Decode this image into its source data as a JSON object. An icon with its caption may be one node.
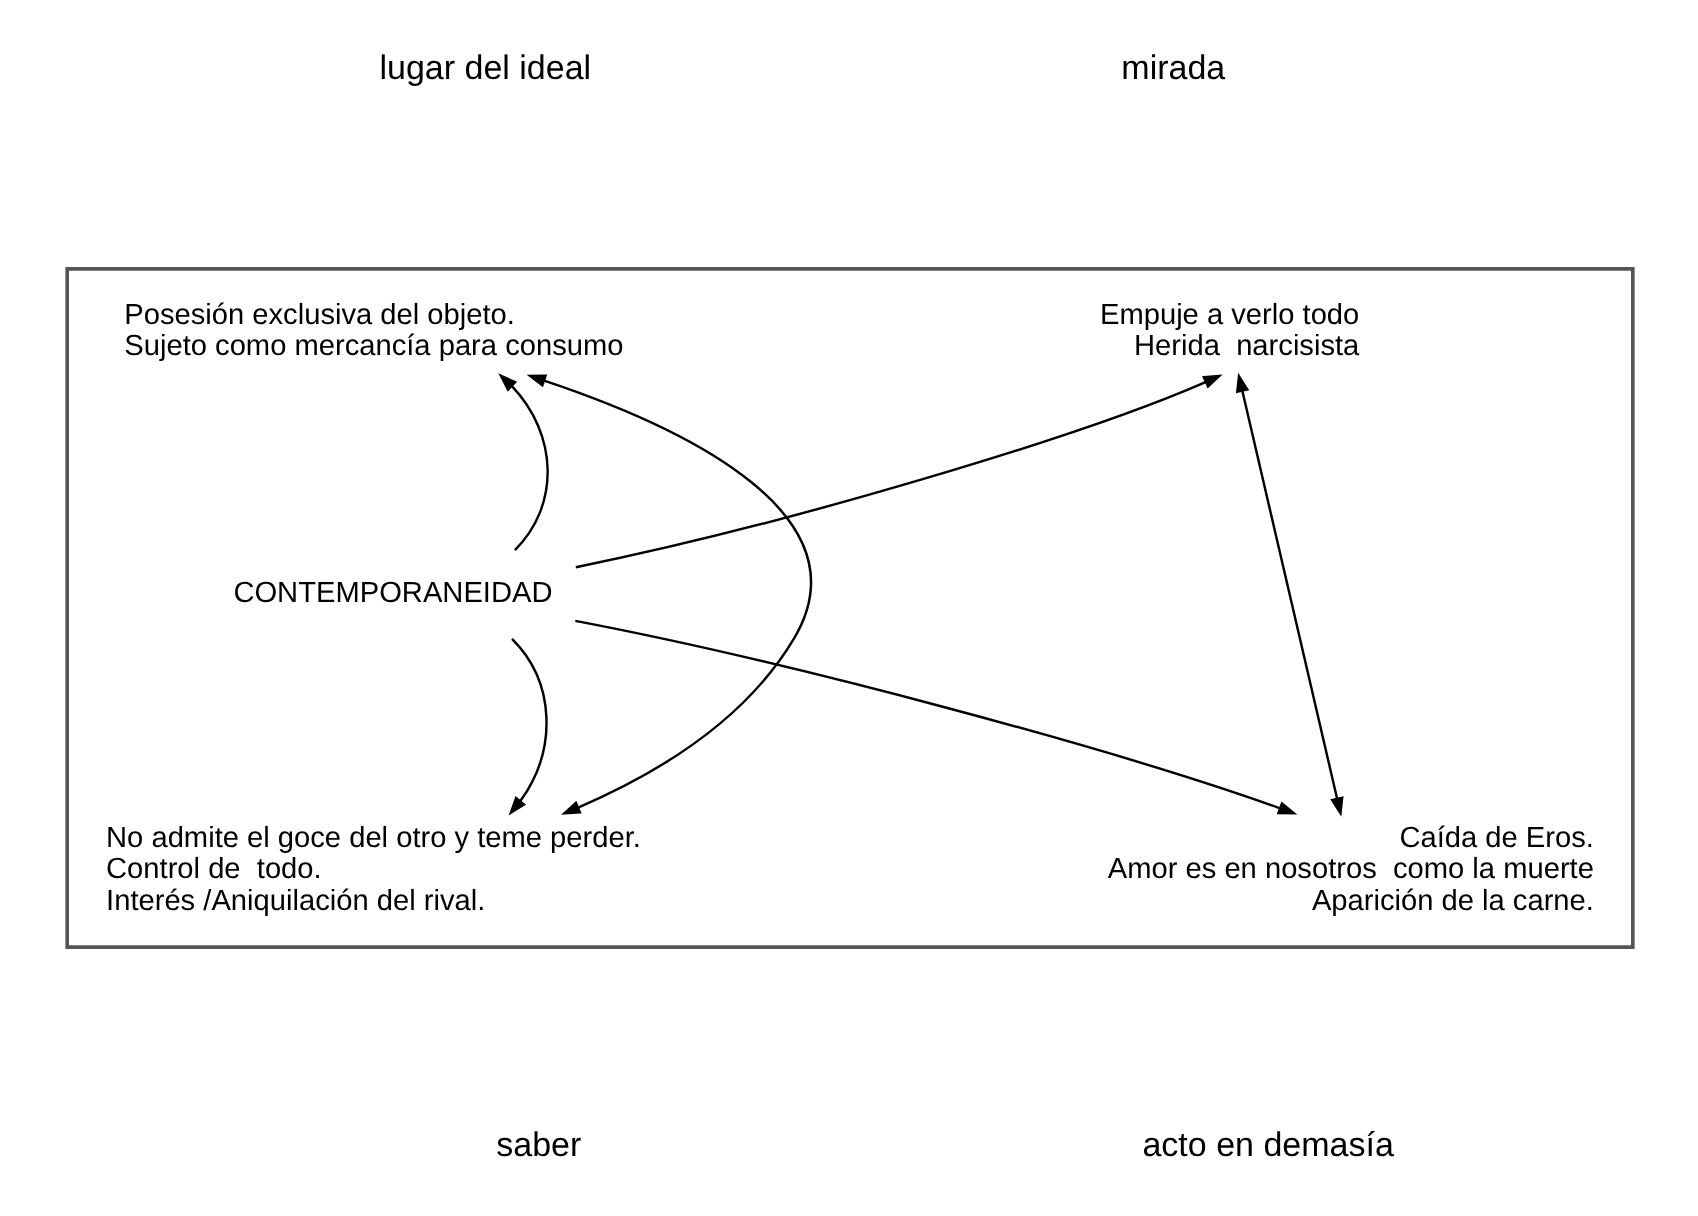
{
  "diagram": {
    "nodes": [
      {
        "text": [],
        "shape": "box"
      },
      {
        "text": [
          "Posesión exclusiva del objeto.",
          "Sujeto como mercancía para consumo"
        ],
        "in": 0
      },
      {
        "text": [
          "Empuje a verlo todo",
          "Herida  narcisista"
        ],
        "in": 0
      },
      {
        "text": [
          "CONTEMPORANEIDAD"
        ],
        "in": 0
      },
      {
        "text": [
          "No admite el goce del otro y teme perder.",
          "Control de  todo.",
          "Interés /Aniquilación del rival."
        ],
        "in": 0
      },
      {
        "text": [
          "Caída de Eros.",
          "Amor es en nosotros  como la muerte",
          "Aparición de la carne."
        ],
        "in": 0
      }
    ],
    "edges": [
      {
        "from": 3,
        "to": 1,
        "arrow": "to"
      },
      {
        "from": 3,
        "to": 2,
        "arrow": "to"
      },
      {
        "from": 3,
        "to": 4,
        "arrow": "to"
      },
      {
        "from": 3,
        "to": 5,
        "arrow": "to"
      },
      {
        "from": 1,
        "to": 4,
        "arrow": "both"
      },
      {
        "from": 2,
        "to": 5,
        "arrow": "both"
      }
    ],
    "labels": [
      "lugar del ideal",
      "mirada",
      "saber",
      "acto en demasía"
    ]
  }
}
